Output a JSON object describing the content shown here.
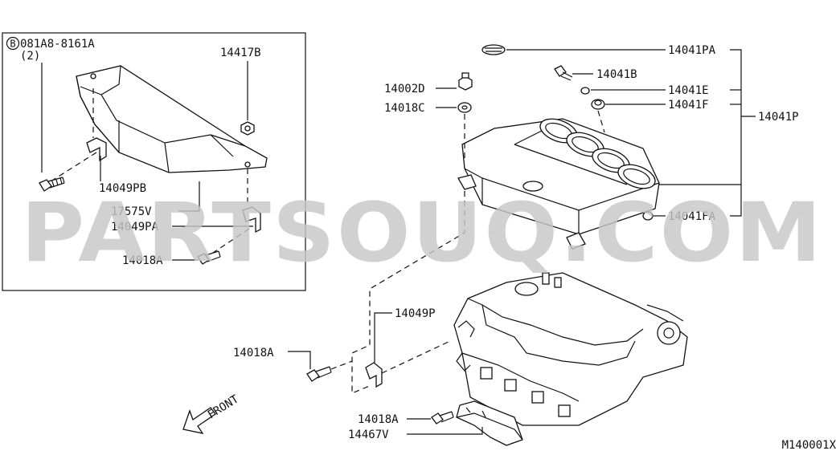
{
  "watermark": "PARTSOUQ.COM",
  "inset": {
    "bolt_code": "081A8-8161A",
    "bolt_code_prefix": "B",
    "bolt_qty": "(2)",
    "labels": {
      "p14417B": "14417B",
      "p14049PB": "14049PB",
      "p17575V": "17575V",
      "p14049PA": "14049PA",
      "p14018A": "14018A"
    }
  },
  "main": {
    "labels": {
      "p14041PA": "14041PA",
      "p14041B": "14041B",
      "p14041E": "14041E",
      "p14041F": "14041F",
      "p14041P": "14041P",
      "p14041FA": "14041FA",
      "p14002D": "14002D",
      "p14018C": "14018C",
      "p14049P": "14049P",
      "p14018A_1": "14018A",
      "p14018A_2": "14018A",
      "p14467V": "14467V"
    }
  },
  "front_label": "FRONT",
  "diagram_code": "M140001X"
}
